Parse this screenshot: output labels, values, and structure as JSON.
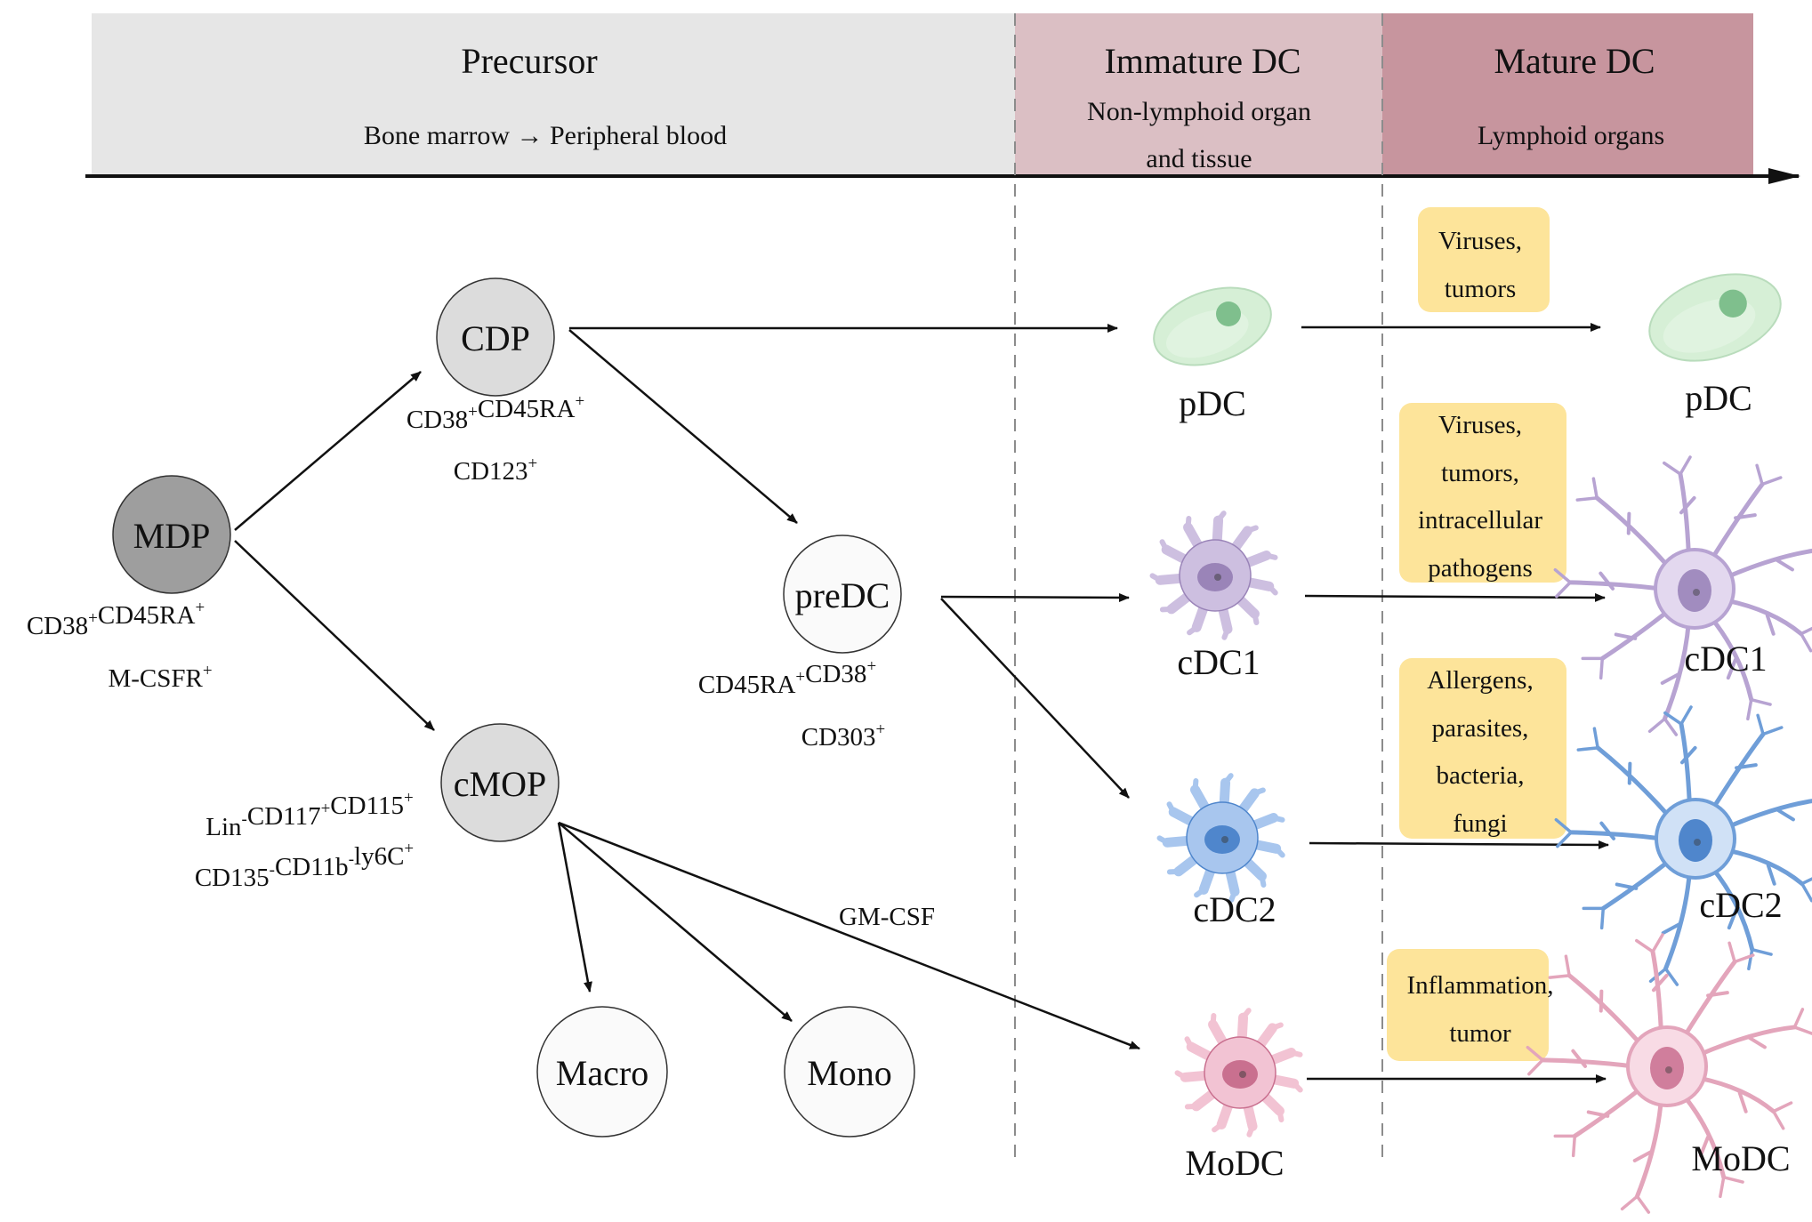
{
  "phases": [
    {
      "title": "Precursor",
      "subtitle_lines": [
        "Bone marrow → Peripheral blood"
      ],
      "color": "#e6e6e6"
    },
    {
      "title": "Immature DC",
      "subtitle_lines": [
        "Non-lymphoid organ",
        "and tissue"
      ],
      "color": "#dbbfc4"
    },
    {
      "title": "Mature DC",
      "subtitle_lines": [
        "Lymphoid organs"
      ],
      "color": "#c7959e"
    }
  ],
  "precursors": {
    "mdp": {
      "label": "MDP",
      "fill": "#9e9e9e"
    },
    "cdp": {
      "label": "CDP",
      "fill": "#dcdcdc"
    },
    "cmop": {
      "label": "cMOP",
      "fill": "#dcdcdc"
    },
    "predc": {
      "label": "preDC",
      "fill": "#fafafa"
    },
    "macro": {
      "label": "Macro",
      "fill": "#fafafa"
    },
    "mono": {
      "label": "Mono",
      "fill": "#fafafa"
    }
  },
  "markers": {
    "mdp": [
      [
        [
          "CD38",
          ""
        ],
        [
          "+",
          "sup"
        ],
        [
          "CD45RA",
          ""
        ],
        [
          "+",
          "sup"
        ]
      ],
      [
        [
          "M-CSFR",
          ""
        ],
        [
          "+",
          "sup"
        ]
      ]
    ],
    "cdp": [
      [
        [
          "CD38",
          ""
        ],
        [
          "+",
          "sup"
        ],
        [
          "CD45RA",
          ""
        ],
        [
          "+",
          "sup"
        ]
      ],
      [
        [
          "CD123",
          ""
        ],
        [
          "+",
          "sup"
        ]
      ]
    ],
    "predc": [
      [
        [
          "CD45RA",
          ""
        ],
        [
          "+",
          "sup"
        ],
        [
          "CD38",
          ""
        ],
        [
          "+",
          "sup"
        ]
      ],
      [
        [
          "CD303",
          ""
        ],
        [
          "+",
          "sup"
        ]
      ]
    ],
    "cmop": [
      [
        [
          "Lin",
          ""
        ],
        [
          "-",
          "sup"
        ],
        [
          "CD117",
          ""
        ],
        [
          "+",
          "sup"
        ],
        [
          "CD115",
          ""
        ],
        [
          "+",
          "sup"
        ]
      ],
      [
        [
          "CD135",
          ""
        ],
        [
          "-",
          "sup"
        ],
        [
          "CD11b",
          ""
        ],
        [
          "-",
          "sup"
        ],
        [
          "ly6C",
          ""
        ],
        [
          "+",
          "sup"
        ]
      ]
    ]
  },
  "edge_label": "GM-CSF",
  "immature_cells": [
    {
      "key": "pdc",
      "label": "pDC",
      "type": "pdc",
      "fill": "#d6efd6",
      "nucleus": "#7fbf8d"
    },
    {
      "key": "cdc1",
      "label": "cDC1",
      "type": "star",
      "fill": "#cdbfe0",
      "nucleus": "#9a84b8"
    },
    {
      "key": "cdc2",
      "label": "cDC2",
      "type": "star",
      "fill": "#a8c6ee",
      "nucleus": "#4f86cc"
    },
    {
      "key": "modc",
      "label": "MoDC",
      "type": "star",
      "fill": "#f2c3d3",
      "nucleus": "#c9708f"
    }
  ],
  "mature_cells": [
    {
      "key": "pdc",
      "label": "pDC",
      "type": "pdc",
      "fill": "#d6efd6",
      "nucleus": "#7fbf8d"
    },
    {
      "key": "cdc1",
      "label": "cDC1",
      "type": "dendritic",
      "fill": "#e3d8ef",
      "stroke": "#b7a3d2",
      "nucleus": "#a18cbf"
    },
    {
      "key": "cdc2",
      "label": "cDC2",
      "type": "dendritic",
      "fill": "#d0e1f6",
      "stroke": "#6f9ed8",
      "nucleus": "#4f86cc"
    },
    {
      "key": "modc",
      "label": "MoDC",
      "type": "dendritic",
      "fill": "#f8dbe5",
      "stroke": "#e3a5bb",
      "nucleus": "#d07e9c"
    }
  ],
  "stimuli": [
    {
      "lines": [
        "Viruses,",
        "tumors"
      ]
    },
    {
      "lines": [
        "Viruses,",
        "tumors,",
        "intracellular",
        "pathogens"
      ]
    },
    {
      "lines": [
        "Allergens,",
        "parasites,",
        "bacteria,",
        "fungi"
      ]
    },
    {
      "lines": [
        "Inflammation,",
        "tumor"
      ]
    }
  ],
  "colors": {
    "stimulus_box": "#fde49a",
    "arrow": "#111111",
    "divider": "#8c8c8c"
  }
}
